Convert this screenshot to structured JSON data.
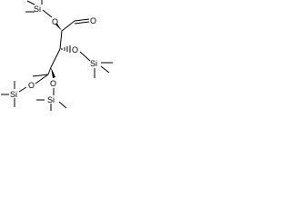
{
  "molecule": {
    "atoms": {
      "aldehyde_oxygen": "O",
      "o2": "O",
      "si2": "Si",
      "o3": "O",
      "si3": "Si",
      "o4": "O",
      "si4": "Si",
      "o5": "O",
      "si5": "Si"
    }
  }
}
